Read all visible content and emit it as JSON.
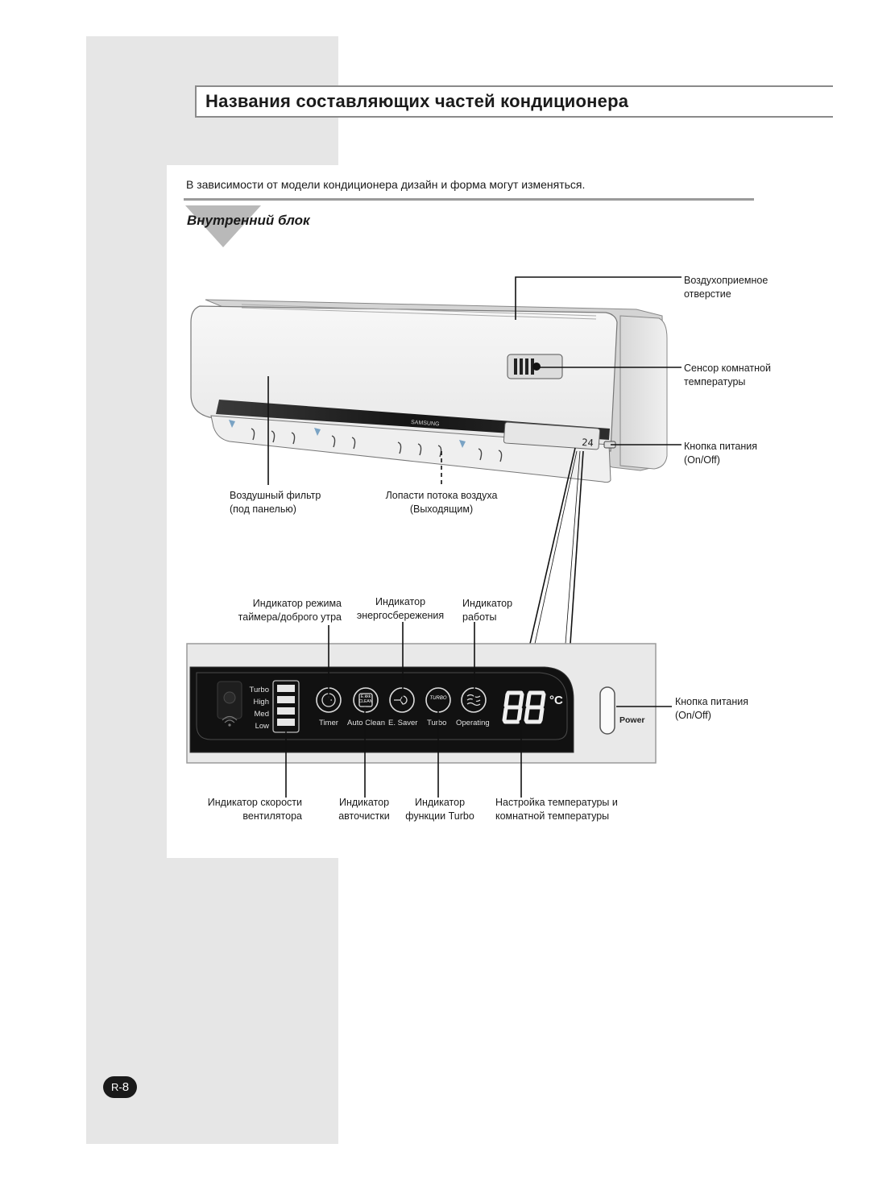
{
  "page": {
    "title": "Названия составляющих частей кондиционера",
    "note": "В зависимости от модели кондиционера дизайн и форма могут изменяться.",
    "section_title": "Внутренний блок",
    "page_prefix": "R-",
    "page_number": "8"
  },
  "unit_labels": {
    "air_intake": [
      "Воздухоприемное",
      "отверстие"
    ],
    "room_sensor": [
      "Сенсор комнатной",
      "температуры"
    ],
    "power_button_top": [
      "Кнопка питания",
      "(On/Off)"
    ],
    "air_filter": [
      "Воздушный фильтр",
      "(под панелью)"
    ],
    "louvers": [
      "Лопасти потока воздуха",
      "(Выходящим)"
    ],
    "brand": "SAMSUNG",
    "display_value": "24"
  },
  "panel_labels": {
    "timer_indicator": [
      "Индикатор режима",
      "таймера/доброго утра"
    ],
    "energy_indicator": [
      "Индикатор",
      "энергосбережения"
    ],
    "operation_indicator": [
      "Индикатор",
      "работы"
    ],
    "power_button": [
      "Кнопка питания",
      "(On/Off)"
    ],
    "fan_speed_indicator": [
      "Индикатор скорости",
      "вентилятора"
    ],
    "autoclean_indicator": [
      "Индикатор",
      "авточистки"
    ],
    "turbo_indicator": [
      "Индикатор",
      "функции Turbo"
    ],
    "temp_setting": [
      "Настройка температуры и",
      "комнатной температуры"
    ]
  },
  "panel": {
    "speeds": [
      "Turbo",
      "High",
      "Med",
      "Low"
    ],
    "buttons": [
      "Timer",
      "Auto Clean",
      "E. Saver",
      "Turbo",
      "Operating"
    ],
    "clean_icon_top": "E.kkk",
    "clean_icon_bottom": "CLEAN",
    "turbo_icon": "TURBO",
    "digits": "88",
    "unit": "°C",
    "power_label": "Power"
  },
  "colors": {
    "page_gray": "#e6e6e6",
    "panel_black": "#111111",
    "leader": "#111111"
  }
}
